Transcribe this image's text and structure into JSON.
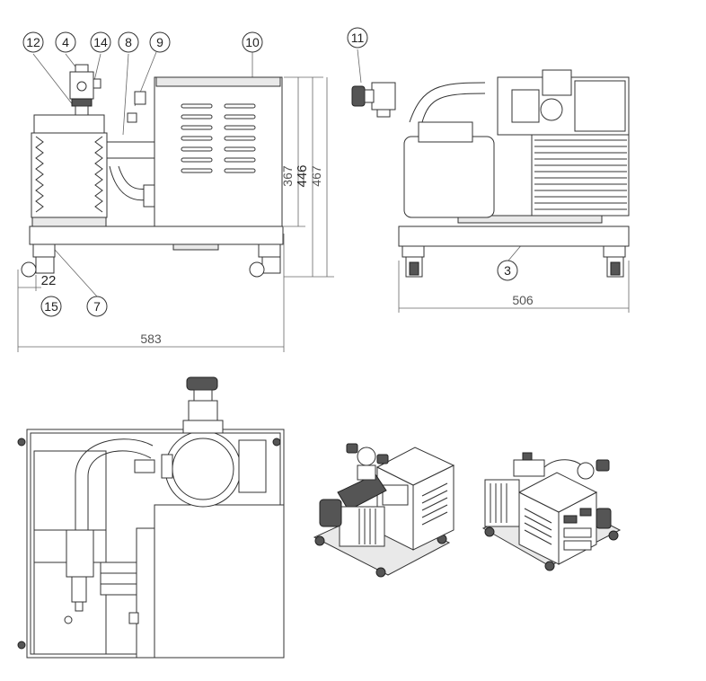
{
  "balloons": {
    "b12": "12",
    "b4": "4",
    "b14": "14",
    "b8": "8",
    "b9": "9",
    "b10": "10",
    "b7": "7",
    "b15": "15",
    "b11": "11",
    "b3": "3"
  },
  "dimensions": {
    "d22": "22",
    "d583": "583",
    "d367": "367",
    "d446": "446",
    "d467": "467",
    "d506": "506"
  }
}
